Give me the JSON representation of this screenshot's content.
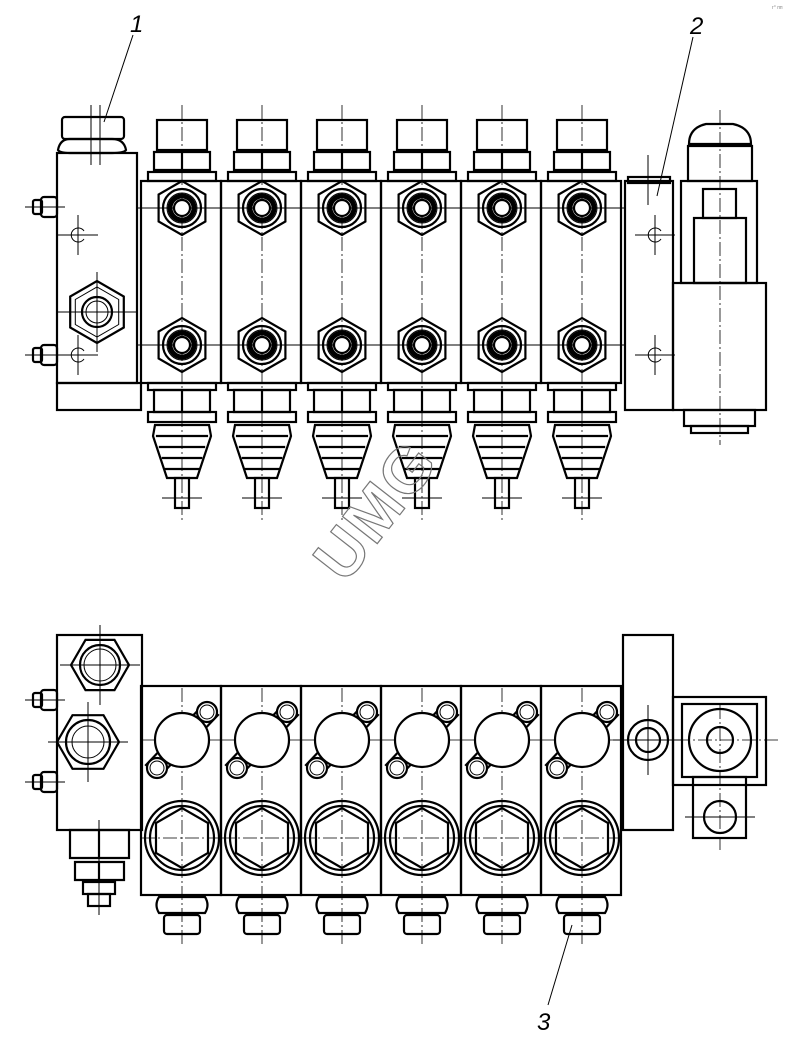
{
  "drawing": {
    "callouts": [
      {
        "id": "1",
        "label": "1"
      },
      {
        "id": "2",
        "label": "2"
      },
      {
        "id": "3",
        "label": "3"
      }
    ],
    "watermark": "UMG",
    "corner_mark": "г° пп",
    "section_count": 6,
    "colors": {
      "line": "#000000",
      "watermark": "#777777",
      "background": "#ffffff"
    }
  }
}
